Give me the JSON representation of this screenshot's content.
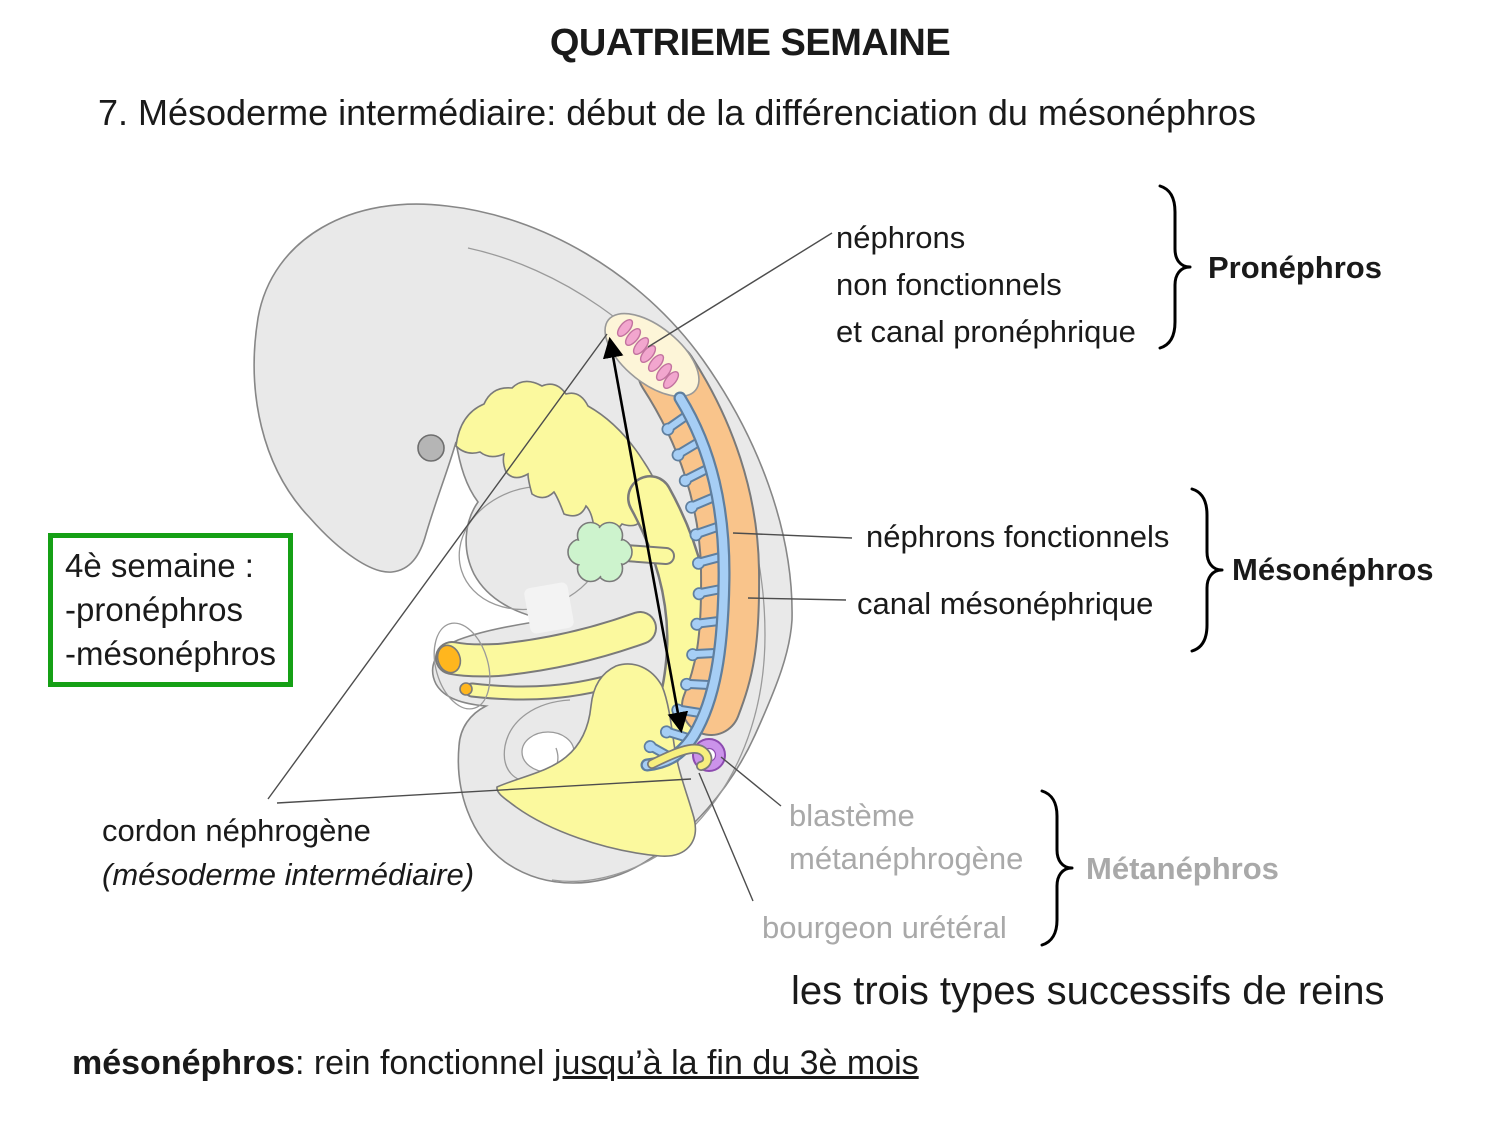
{
  "slide": {
    "title": "QUATRIEME SEMAINE",
    "subtitle": "7. Mésoderme intermédiaire: début de la différenciation du mésonéphros",
    "caption_bottom_right": "les trois types successifs de reins",
    "footer": {
      "bold": "mésonéphros",
      "normal": ": rein fonctionnel ",
      "underlined": "jusqu’à la fin du 3è mois"
    }
  },
  "annotations": {
    "pronephros": {
      "lines": [
        "néphrons",
        "non fonctionnels",
        "et canal pronéphrique"
      ],
      "brace_label": "Pronéphros"
    },
    "mesonephros": {
      "label_nephrons": "néphrons fonctionnels",
      "label_canal": "canal mésonéphrique",
      "brace_label": "Mésonéphros"
    },
    "metanephros": {
      "label_blasteme_line1": "blastème",
      "label_blasteme_line2": "métanéphrogène",
      "label_bourgeon": "bourgeon urétéral",
      "brace_label": "Métanéphros"
    },
    "week_box": {
      "lines": [
        "4è semaine :",
        "-pronéphros",
        "-mésonéphros"
      ]
    },
    "cordon": {
      "line1": "cordon néphrogène",
      "line2": "(mésoderme intermédiaire)"
    }
  },
  "colors": {
    "accent_green": "#15a015",
    "muted_label_gray": "#a9a9a9",
    "body_gray": "#e9e9e9",
    "gut_yellow": "#fbf99e",
    "mesonephros_orange": "#f9c48b",
    "duct_blue": "#a6cef5",
    "pronephros_pink": "#f2a6ce",
    "pronephros_cream": "#fdf5d8",
    "lung_bud_green": "#cdf3cd",
    "yolk_orange": "#ffb61e",
    "metanephros_purple": "#cb93ea"
  }
}
